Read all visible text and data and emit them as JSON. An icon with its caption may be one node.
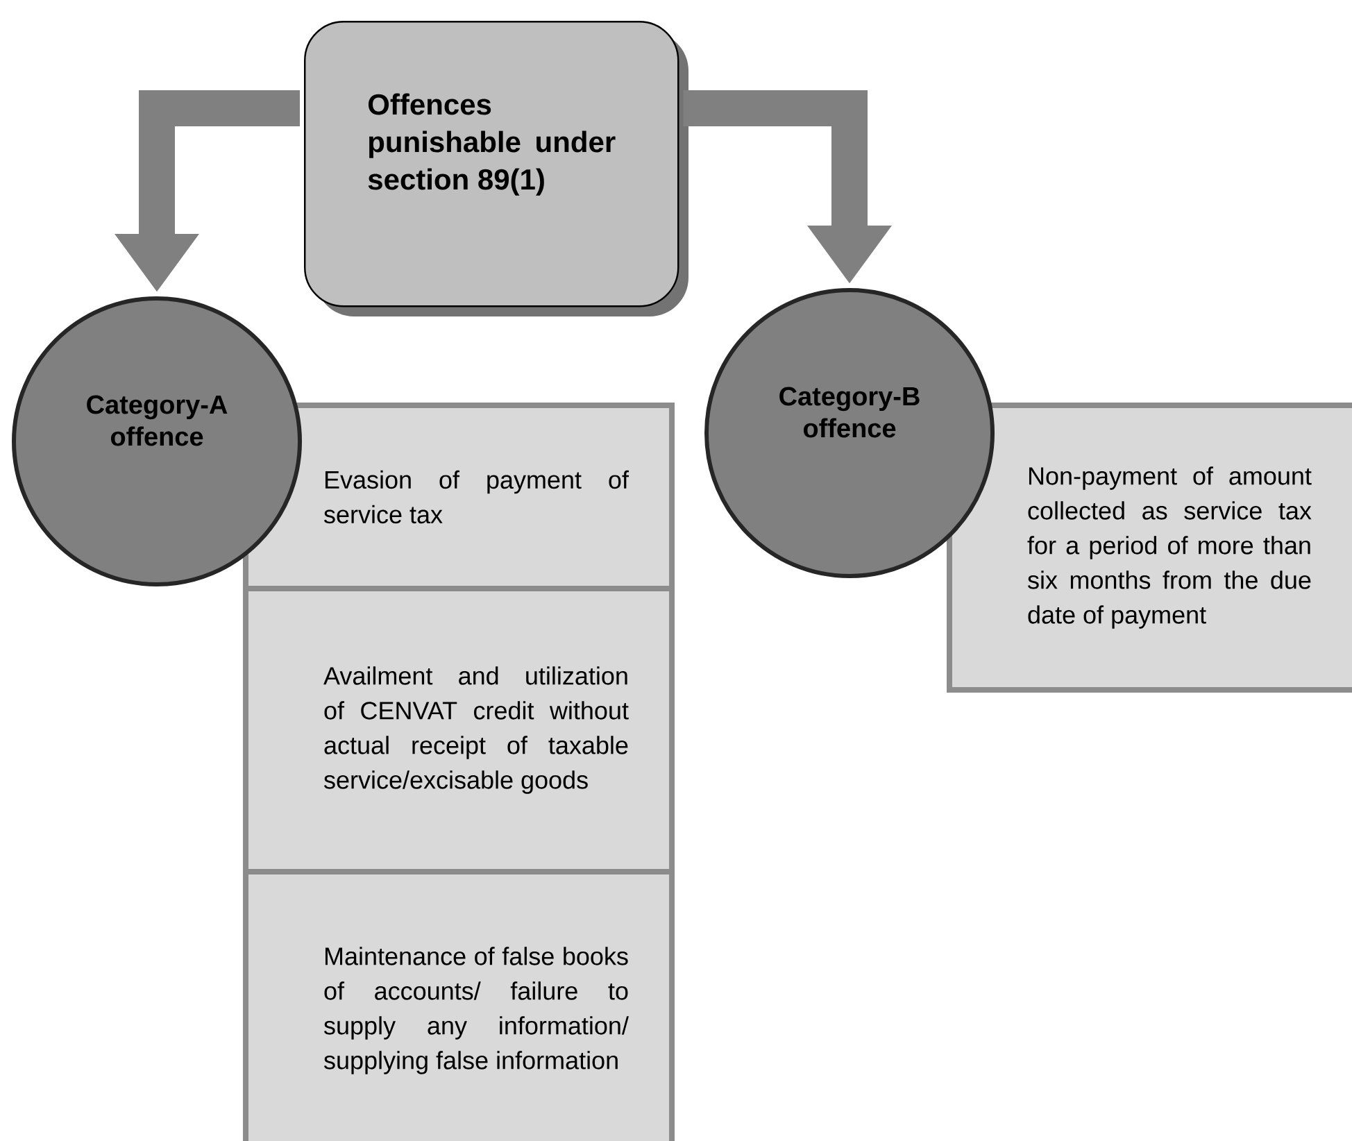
{
  "diagram": {
    "nodes": [
      {
        "text": [
          "Offences punishable under section 89(1)"
        ]
      },
      {
        "text": [
          "Category-A offence"
        ]
      },
      {
        "text": [
          "Evasion of payment of service tax"
        ]
      },
      {
        "text": [
          "Availment and utilization of CENVAT credit without actual receipt of taxable service/excisable goods"
        ]
      },
      {
        "text": [
          "Maintenance of false books of accounts/ failure to supply any information/ supplying false information"
        ]
      },
      {
        "text": [
          "Category-B offence"
        ]
      },
      {
        "text": [
          "Non-payment of amount collected as service tax for a period of more than six months from the due date of payment"
        ]
      }
    ],
    "edges": [
      {
        "from": 0,
        "to": 1,
        "arrow": "to"
      },
      {
        "from": 0,
        "to": 5,
        "arrow": "to"
      }
    ]
  }
}
